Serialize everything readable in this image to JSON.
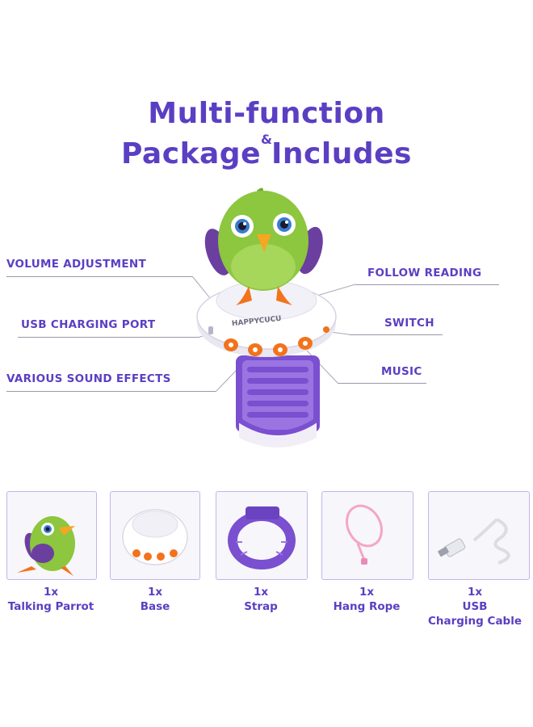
{
  "title": {
    "line1": "Multi-function",
    "amp": "&",
    "line2": "Package Includes"
  },
  "device_brand": "HAPPYCUCU",
  "features": {
    "volume": "VOLUME ADJUSTMENT",
    "usb_port": "USB CHARGING PORT",
    "sound_effects": "VARIOUS SOUND EFFECTS",
    "follow_reading": "FOLLOW READING",
    "switch": "SWITCH",
    "music": "MUSIC"
  },
  "package": [
    {
      "qty": "1x",
      "name": "Talking Parrot",
      "icon": "parrot-icon"
    },
    {
      "qty": "1x",
      "name": "Base",
      "icon": "base-icon"
    },
    {
      "qty": "1x",
      "name": "Strap",
      "icon": "strap-icon"
    },
    {
      "qty": "1x",
      "name": "Hang Rope",
      "icon": "rope-icon"
    },
    {
      "qty": "1x",
      "name": "USB",
      "name2": "Charging Cable",
      "icon": "usb-cable-icon"
    }
  ],
  "colors": {
    "brand_purple": "#5b3fc3",
    "parrot_green": "#8dc63f",
    "button_orange": "#f2731c",
    "strap_purple": "#7a4fd0",
    "rope_pink": "#f4a6c8"
  }
}
